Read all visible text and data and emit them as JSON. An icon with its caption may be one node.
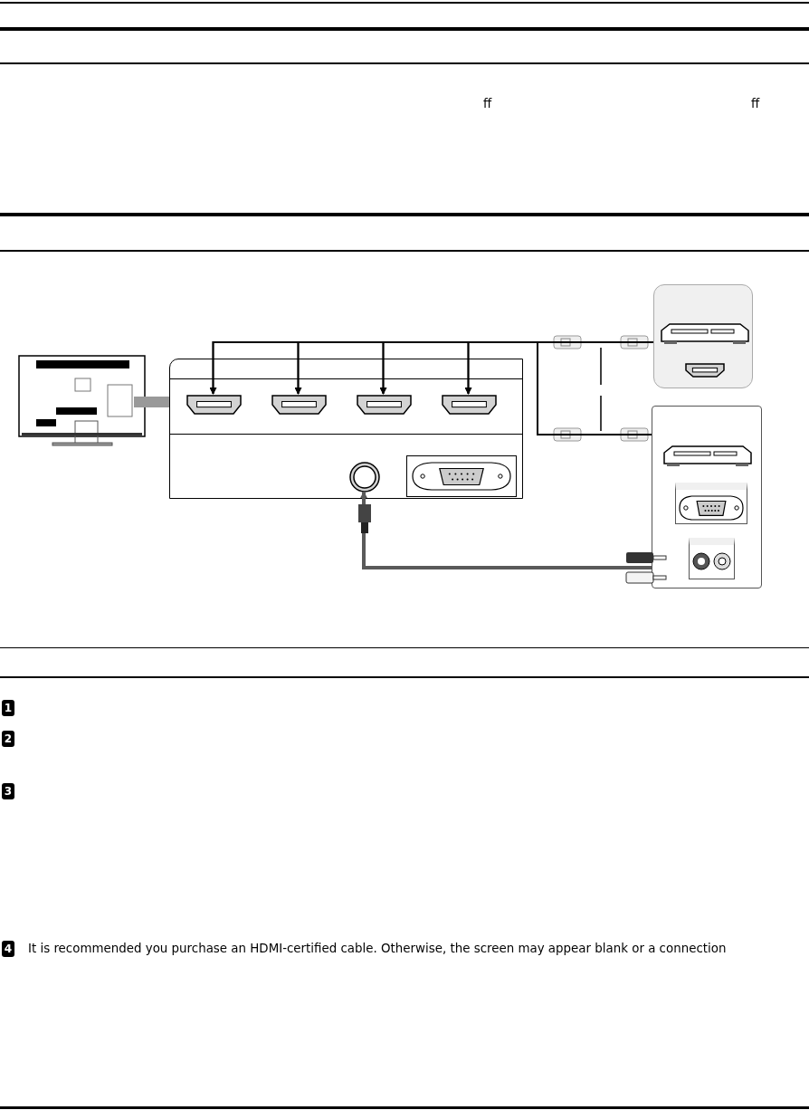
{
  "diagram": {
    "nodes": [
      {
        "text": [],
        "shape": "box"
      },
      {
        "text": [],
        "shape": "box",
        "in": 0
      },
      {
        "text": [],
        "shape": "box",
        "in": 0
      },
      {
        "text": [],
        "shape": "box",
        "in": 0
      },
      {
        "text": [],
        "shape": "box",
        "in": 0
      },
      {
        "text": [],
        "shape": "circle",
        "in": 0
      },
      {
        "text": [],
        "shape": "box",
        "in": 0
      },
      {
        "text": [],
        "shape": "box"
      },
      {
        "text": [],
        "shape": "box"
      }
    ],
    "edges": [
      {
        "from": 7,
        "to": 1,
        "arrow": "to"
      },
      {
        "from": 7,
        "to": 2,
        "arrow": "to"
      },
      {
        "from": 7,
        "to": 3,
        "arrow": "to"
      },
      {
        "from": 7,
        "to": 4,
        "arrow": "to"
      },
      {
        "from": 8,
        "to": 1,
        "arrow": "to"
      },
      {
        "from": 8,
        "to": 2,
        "arrow": "to"
      },
      {
        "from": 8,
        "to": 3,
        "arrow": "to"
      },
      {
        "from": 8,
        "to": 4,
        "arrow": "to"
      },
      {
        "from": 8,
        "to": 5,
        "arrow": "to",
        "style": "thick",
        "color": "#5a5a5a"
      }
    ],
    "labels": [
      "ff",
      "ff",
      "1",
      "2",
      "3",
      "4",
      "It is recommended you purchase an HDMI-certified cable. Otherwise, the screen may appear blank or a connection"
    ]
  }
}
